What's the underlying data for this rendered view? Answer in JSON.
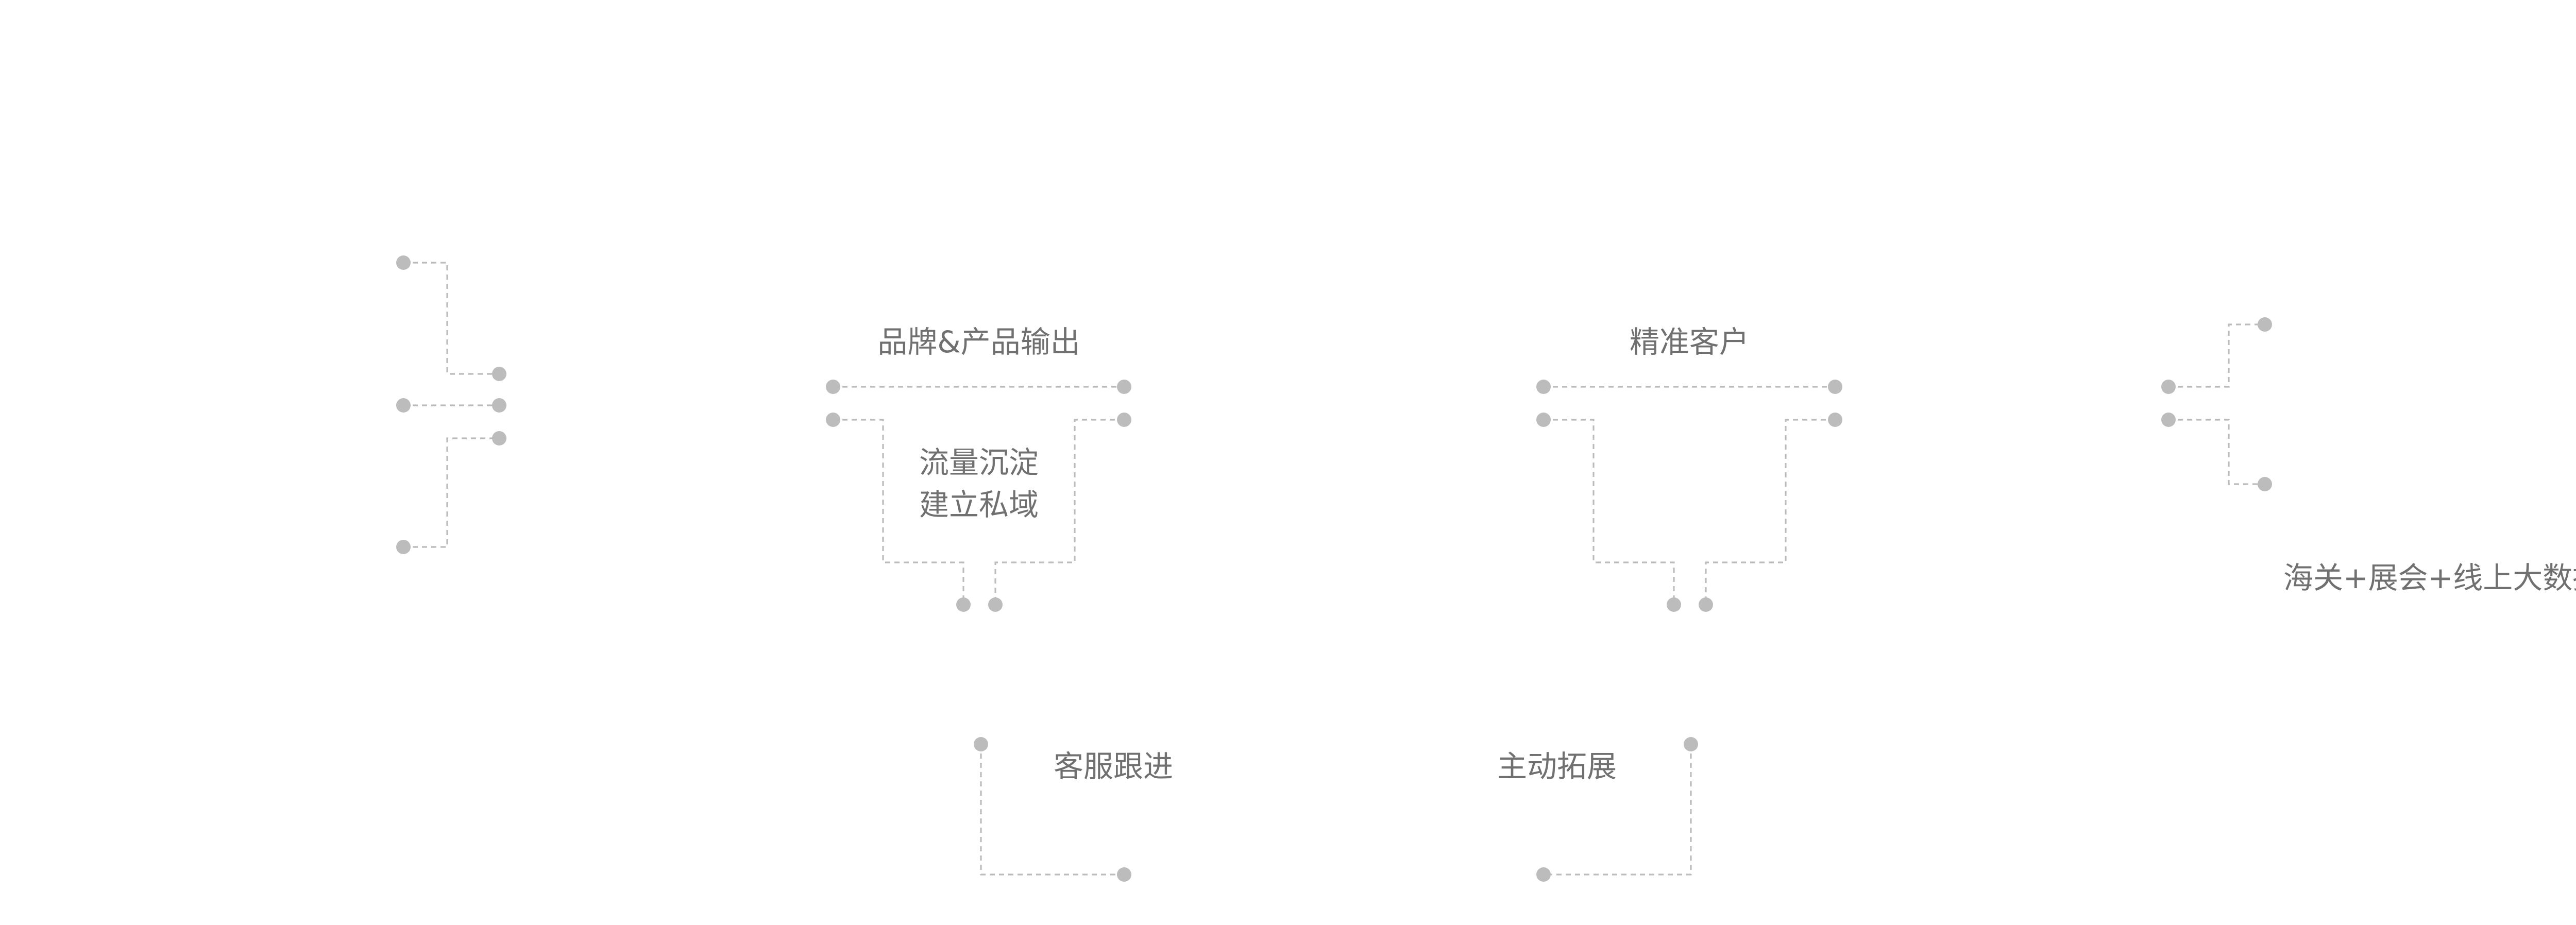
{
  "labels": {
    "brand_output": "品牌&产品输出",
    "traffic_line1": "流量沉淀",
    "traffic_line2": "建立私域",
    "precise_customers": "精准客户",
    "data_sources": "海关+展会+线上大数据",
    "customer_service": "客服跟进",
    "active_expansion": "主动拓展"
  },
  "colors": {
    "background": "#ffffff",
    "line": "#bcbcbc",
    "node": "#bcbcbc",
    "text": "#707070"
  }
}
